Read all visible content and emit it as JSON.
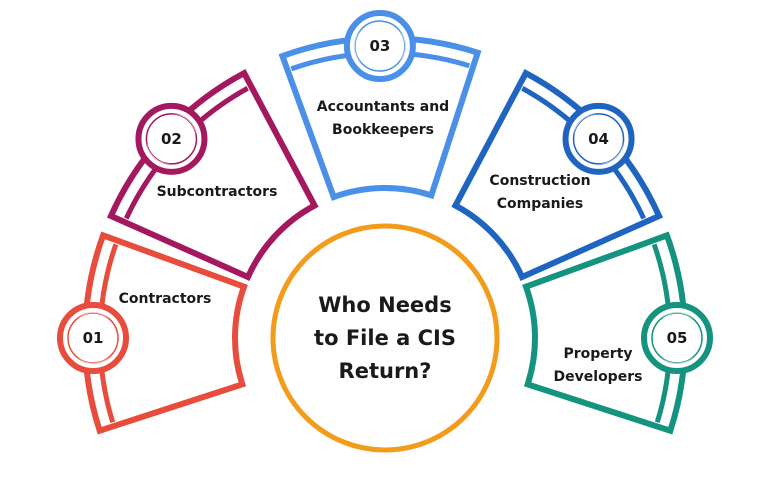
{
  "title": {
    "lines": [
      "Who Needs",
      "to File a CIS",
      "Return?"
    ],
    "ring_color": "#f39c1b"
  },
  "segments": [
    {
      "number": "01",
      "lines": [
        "Contractors"
      ],
      "color": "#e84c3d",
      "tint": "#f7c9c4"
    },
    {
      "number": "02",
      "lines": [
        "Subcontractors"
      ],
      "color": "#a3185e",
      "tint": "#e6bcd0"
    },
    {
      "number": "03",
      "lines": [
        "Accountants and",
        "Bookkeepers"
      ],
      "color": "#4a8fe8",
      "tint": "#c7dcf8"
    },
    {
      "number": "04",
      "lines": [
        "Construction",
        "Companies"
      ],
      "color": "#1f64c0",
      "tint": "#bcd0ee"
    },
    {
      "number": "05",
      "lines": [
        "Property",
        "Developers"
      ],
      "color": "#14937e",
      "tint": "#bde2db"
    }
  ]
}
